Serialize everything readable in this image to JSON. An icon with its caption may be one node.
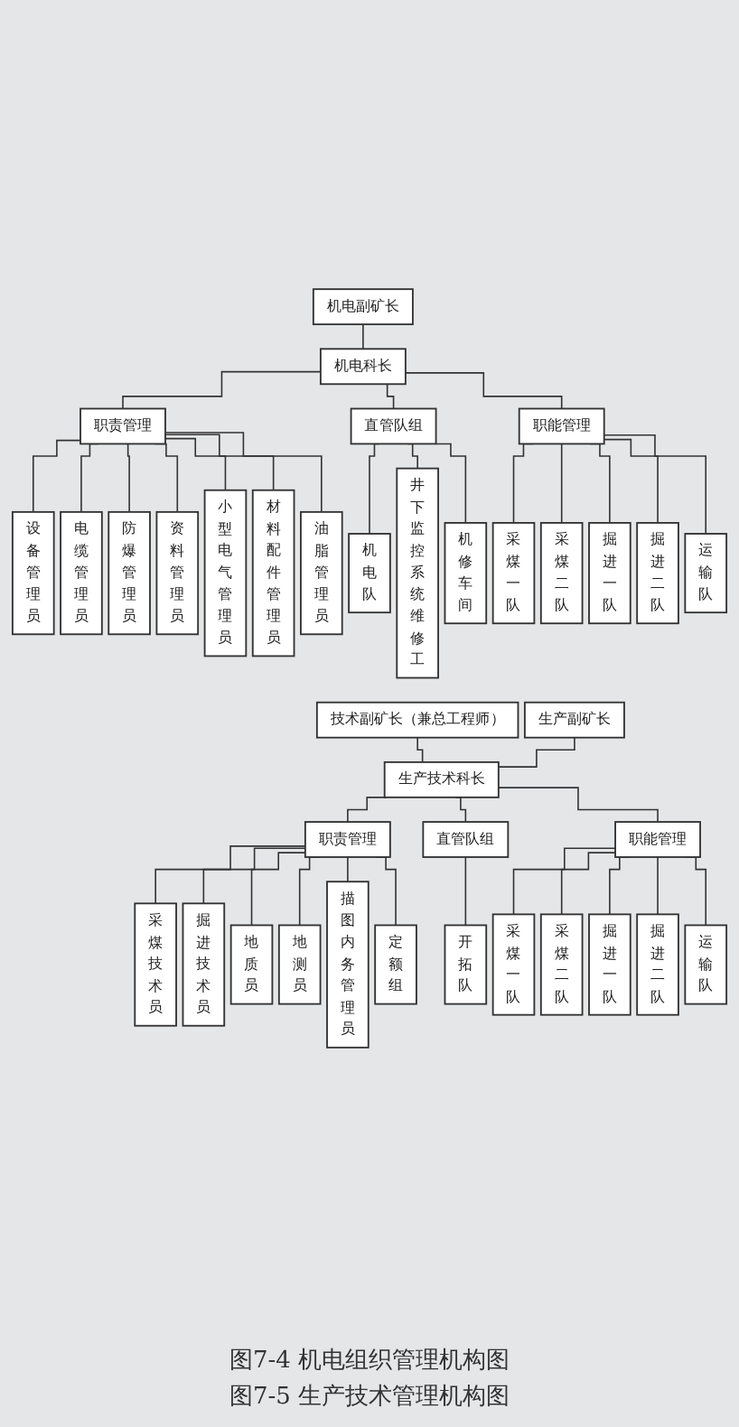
{
  "diagram": {
    "nodes": [
      {
        "text": [
          "机电副矿长"
        ]
      },
      {
        "text": [
          "机电科长"
        ]
      },
      {
        "text": [
          "职责管理"
        ]
      },
      {
        "text": [
          "直管队组"
        ]
      },
      {
        "text": [
          "职能管理"
        ]
      },
      {
        "text": [
          "设备管理员"
        ]
      },
      {
        "text": [
          "电缆管理员"
        ]
      },
      {
        "text": [
          "防爆管理员"
        ]
      },
      {
        "text": [
          "资料管理员"
        ]
      },
      {
        "text": [
          "小型电气管理员"
        ]
      },
      {
        "text": [
          "材料配件管理员"
        ]
      },
      {
        "text": [
          "油脂管理员"
        ]
      },
      {
        "text": [
          "机电队"
        ]
      },
      {
        "text": [
          "井下监控系统维修工"
        ]
      },
      {
        "text": [
          "机修车间"
        ]
      },
      {
        "text": [
          "采煤一队"
        ]
      },
      {
        "text": [
          "采煤二队"
        ]
      },
      {
        "text": [
          "掘进一队"
        ]
      },
      {
        "text": [
          "掘进二队"
        ]
      },
      {
        "text": [
          "运输队"
        ]
      },
      {
        "text": [
          "技术副矿长（兼总工程师）"
        ]
      },
      {
        "text": [
          "生产副矿长"
        ]
      },
      {
        "text": [
          "生产技术科长"
        ]
      },
      {
        "text": [
          "职责管理"
        ]
      },
      {
        "text": [
          "直管队组"
        ]
      },
      {
        "text": [
          "职能管理"
        ]
      },
      {
        "text": [
          "采煤技术员"
        ]
      },
      {
        "text": [
          "掘进技术员"
        ]
      },
      {
        "text": [
          "地质员"
        ]
      },
      {
        "text": [
          "地测员"
        ]
      },
      {
        "text": [
          "描图内务管理员"
        ]
      },
      {
        "text": [
          "定额组"
        ]
      },
      {
        "text": [
          "开拓队"
        ]
      },
      {
        "text": [
          "采煤一队"
        ]
      },
      {
        "text": [
          "采煤二队"
        ]
      },
      {
        "text": [
          "掘进一队"
        ]
      },
      {
        "text": [
          "掘进二队"
        ]
      },
      {
        "text": [
          "运输队"
        ]
      }
    ],
    "edges": [
      {
        "from": 0,
        "to": 1,
        "arrow": "none"
      },
      {
        "from": 1,
        "to": 2,
        "arrow": "none"
      },
      {
        "from": 1,
        "to": 3,
        "arrow": "none"
      },
      {
        "from": 1,
        "to": 4,
        "arrow": "none"
      },
      {
        "from": 2,
        "to": 5,
        "arrow": "none"
      },
      {
        "from": 2,
        "to": 6,
        "arrow": "none"
      },
      {
        "from": 2,
        "to": 7,
        "arrow": "none"
      },
      {
        "from": 2,
        "to": 8,
        "arrow": "none"
      },
      {
        "from": 2,
        "to": 9,
        "arrow": "none"
      },
      {
        "from": 2,
        "to": 10,
        "arrow": "none"
      },
      {
        "from": 2,
        "to": 11,
        "arrow": "none"
      },
      {
        "from": 3,
        "to": 12,
        "arrow": "none"
      },
      {
        "from": 3,
        "to": 13,
        "arrow": "none"
      },
      {
        "from": 3,
        "to": 14,
        "arrow": "none"
      },
      {
        "from": 4,
        "to": 15,
        "arrow": "none"
      },
      {
        "from": 4,
        "to": 16,
        "arrow": "none"
      },
      {
        "from": 4,
        "to": 17,
        "arrow": "none"
      },
      {
        "from": 4,
        "to": 18,
        "arrow": "none"
      },
      {
        "from": 4,
        "to": 19,
        "arrow": "none"
      },
      {
        "from": 20,
        "to": 22,
        "arrow": "none"
      },
      {
        "from": 21,
        "to": 22,
        "arrow": "none"
      },
      {
        "from": 22,
        "to": 23,
        "arrow": "none"
      },
      {
        "from": 22,
        "to": 24,
        "arrow": "none"
      },
      {
        "from": 22,
        "to": 25,
        "arrow": "none"
      },
      {
        "from": 23,
        "to": 26,
        "arrow": "none"
      },
      {
        "from": 23,
        "to": 27,
        "arrow": "none"
      },
      {
        "from": 23,
        "to": 28,
        "arrow": "none"
      },
      {
        "from": 23,
        "to": 29,
        "arrow": "none"
      },
      {
        "from": 23,
        "to": 30,
        "arrow": "none"
      },
      {
        "from": 23,
        "to": 31,
        "arrow": "none"
      },
      {
        "from": 24,
        "to": 32,
        "arrow": "none"
      },
      {
        "from": 25,
        "to": 33,
        "arrow": "none"
      },
      {
        "from": 25,
        "to": 34,
        "arrow": "none"
      },
      {
        "from": 25,
        "to": 35,
        "arrow": "none"
      },
      {
        "from": 25,
        "to": 36,
        "arrow": "none"
      },
      {
        "from": 25,
        "to": 37,
        "arrow": "none"
      }
    ],
    "labels": [
      "图7-4 机电组织管理机构图",
      "图7-5 生产技术管理机构图"
    ]
  }
}
